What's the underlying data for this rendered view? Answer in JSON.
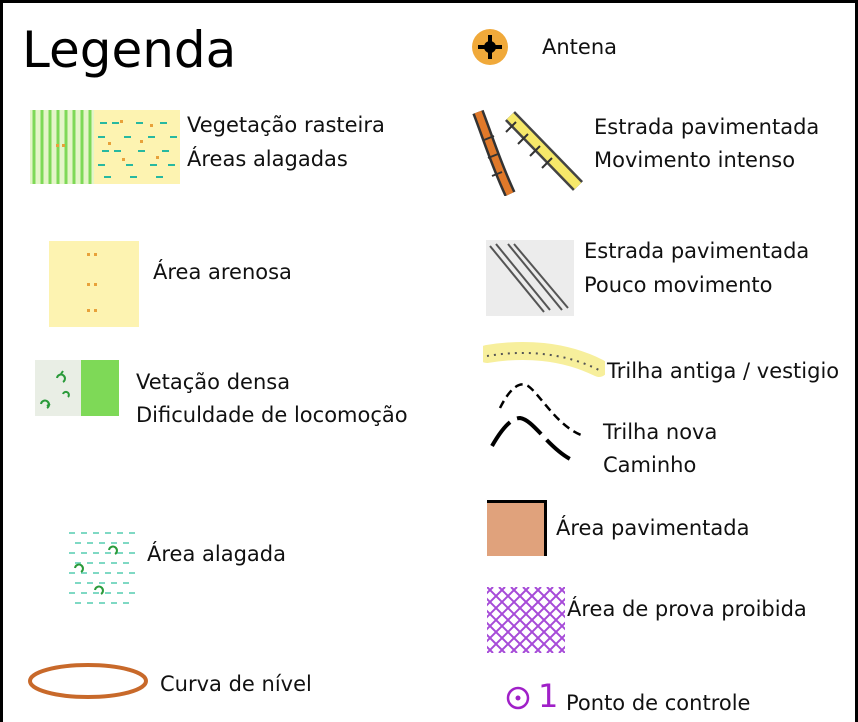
{
  "title": "Legenda",
  "items": {
    "vegetacao": {
      "line1": "Vegetação rasteira",
      "line2": "Áreas alagadas",
      "icon": "vegetation-swamp-icon"
    },
    "arenosa": {
      "label": "Área arenosa",
      "icon": "sand-area-icon"
    },
    "densa": {
      "line1": "Vetação densa",
      "line2": "Dificuldade de locomoção",
      "icon": "dense-vegetation-icon"
    },
    "alagada": {
      "label": "Área alagada",
      "icon": "marsh-icon"
    },
    "curva": {
      "label": "Curva de nível",
      "icon": "contour-icon"
    },
    "antena": {
      "label": "Antena",
      "icon": "antenna-icon"
    },
    "estrada_int": {
      "line1": "Estrada pavimentada",
      "line2": "Movimento intenso",
      "icon": "major-road-icon"
    },
    "estrada_pouco": {
      "line1": "Estrada pavimentada",
      "line2": "Pouco movimento",
      "icon": "minor-road-icon"
    },
    "trilha_antiga": {
      "label": "Trilha antiga / vestigio",
      "icon": "old-trail-icon"
    },
    "trilha_nova": {
      "line1": "Trilha nova",
      "line2": "Caminho",
      "icon": "new-trail-icon"
    },
    "pavimentada": {
      "label": "Área pavimentada",
      "icon": "paved-area-icon"
    },
    "proibida": {
      "label": "Área de prova proibida",
      "icon": "forbidden-area-icon"
    },
    "controle": {
      "number": "1",
      "label": "Ponto de controle",
      "icon": "control-point-icon"
    }
  },
  "colors": {
    "green": "#7ed957",
    "sand": "#fdf3b1",
    "dot": "#e8a13a",
    "marsh": "#27b8a0",
    "contour": "#c8692a",
    "road_orange": "#e0792a",
    "road_yellow": "#f6e86a",
    "paved": "#e0a27c",
    "forbidden": "#a64bd8",
    "control": "#a020c8"
  }
}
